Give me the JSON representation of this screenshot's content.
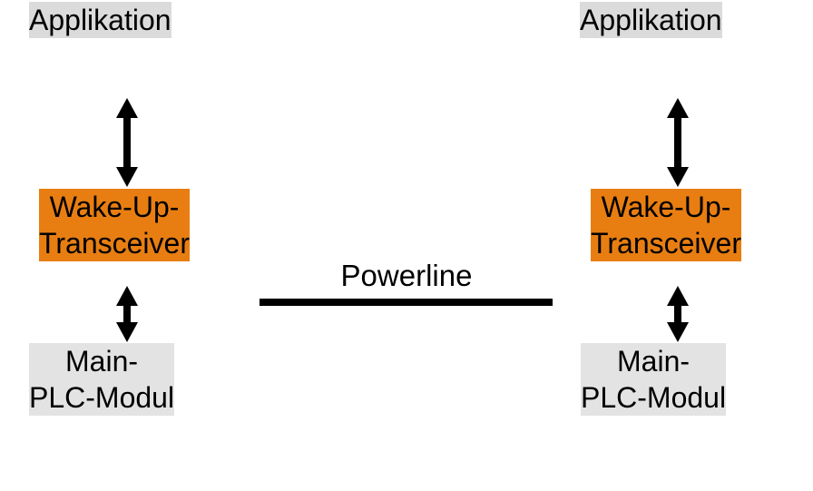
{
  "colors": {
    "green": "#1B9B7A",
    "orange": "#E87E12",
    "app_gray": "#DBDBDB",
    "module_gray": "#E3E3E3",
    "line_black": "#000000",
    "text": "#000000"
  },
  "diagram": {
    "link": {
      "label": "Powerline"
    },
    "systems": [
      {
        "side": "left",
        "application": "Applikation",
        "transceiver": {
          "line1": "Wake-Up-",
          "line2": "Transceiver"
        },
        "plc_module": {
          "line1": "Main-",
          "line2": "PLC-Modul"
        }
      },
      {
        "side": "right",
        "application": "Applikation",
        "transceiver": {
          "line1": "Wake-Up-",
          "line2": "Transceiver"
        },
        "plc_module": {
          "line1": "Main-",
          "line2": "PLC-Modul"
        }
      }
    ]
  }
}
